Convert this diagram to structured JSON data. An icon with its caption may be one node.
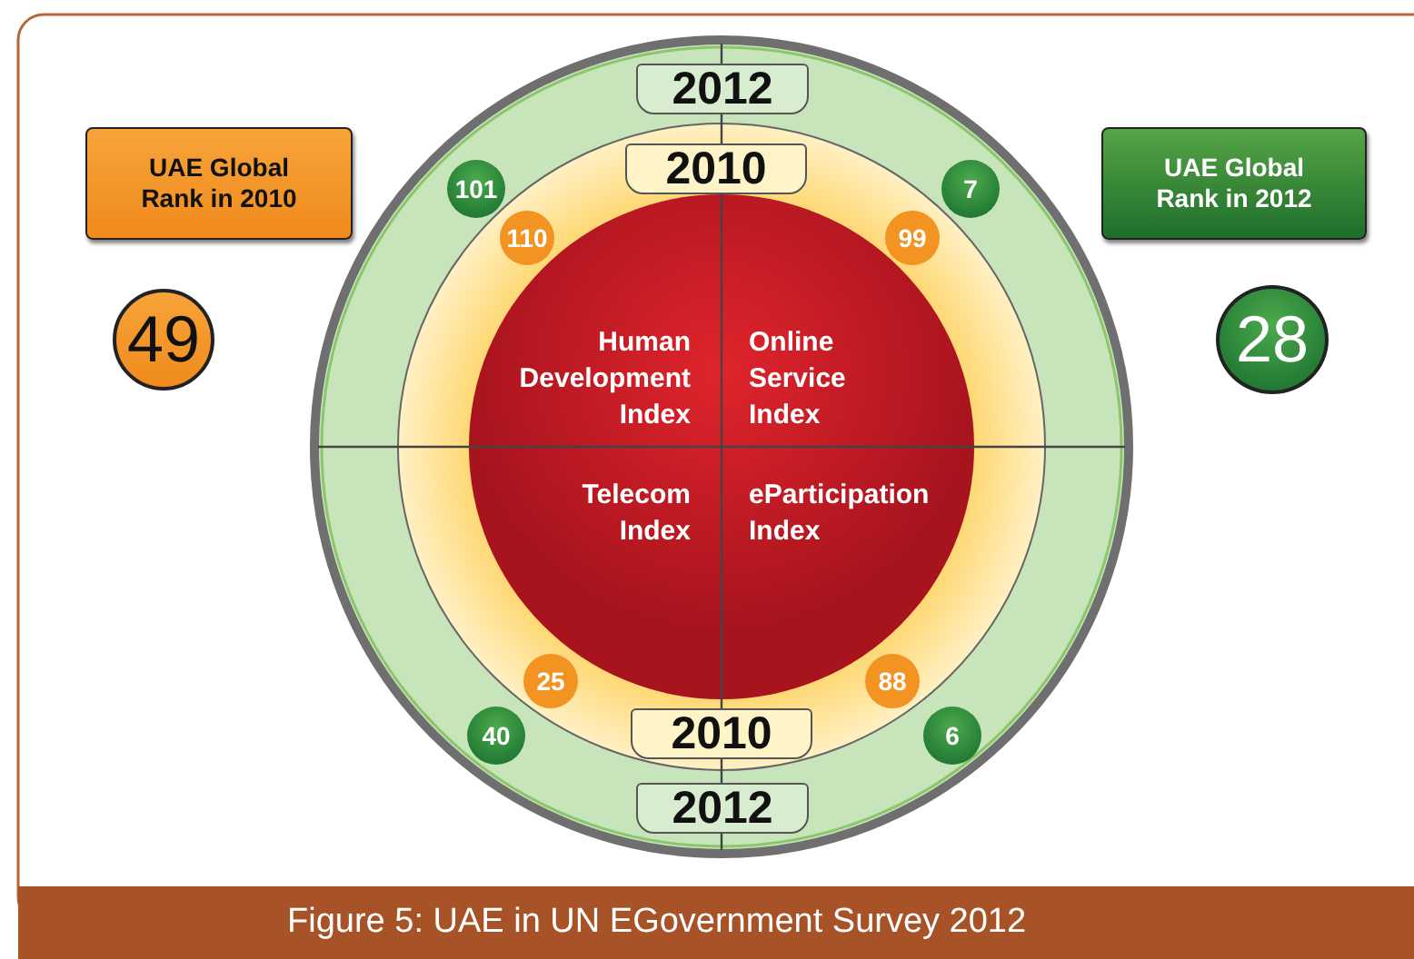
{
  "diagram": {
    "caption": "Figure 5: UAE in UN EGovernment Survey 2012",
    "nodes": [
      {
        "text": [
          "UAE Global Rank in 2010"
        ]
      },
      {
        "text": [
          "2012"
        ]
      },
      {
        "text": [
          "UAE Global Rank in 2012"
        ]
      },
      {
        "text": [
          "101"
        ]
      },
      {
        "text": [
          "2010"
        ]
      },
      {
        "text": [
          "7"
        ]
      },
      {
        "text": [
          "110"
        ]
      },
      {
        "text": [
          "99"
        ]
      },
      {
        "text": [
          "49"
        ]
      },
      {
        "text": [
          "28"
        ]
      },
      {
        "text": [
          "Human Development Index"
        ]
      },
      {
        "text": [
          "Online Service Index"
        ]
      },
      {
        "text": [
          "Telecom Index"
        ]
      },
      {
        "text": [
          "eParticipation Index"
        ]
      },
      {
        "text": [
          "25"
        ]
      },
      {
        "text": [
          "88"
        ]
      },
      {
        "text": [
          "40"
        ]
      },
      {
        "text": [
          "2010"
        ]
      },
      {
        "text": [
          "6"
        ]
      },
      {
        "text": [
          "2012"
        ]
      }
    ],
    "edges": []
  }
}
